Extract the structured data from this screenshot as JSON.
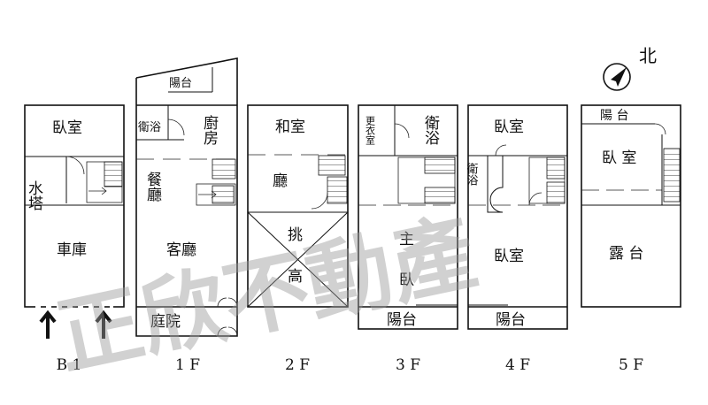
{
  "compass": {
    "label": "北"
  },
  "watermark": {
    "text": "正欣不動產"
  },
  "floors": {
    "b1": {
      "label": "B 1",
      "rooms": {
        "bedroom": "臥室",
        "water_tower": "水塔",
        "garage": "車庫"
      }
    },
    "f1": {
      "label": "1 F",
      "rooms": {
        "balcony": "陽台",
        "bathroom": "衛浴",
        "kitchen": "廚房",
        "dining": "餐廳",
        "living": "客廳",
        "courtyard": "庭院"
      }
    },
    "f2": {
      "label": "2 F",
      "rooms": {
        "tatami": "和室",
        "hall": "廳",
        "void_1": "挑",
        "void_2": "高"
      }
    },
    "f3": {
      "label": "3 F",
      "rooms": {
        "closet": "更衣室",
        "bathroom": "衛浴",
        "master_1": "主",
        "master_2": "臥",
        "balcony": "陽台"
      }
    },
    "f4": {
      "label": "4 F",
      "rooms": {
        "bedroom_top": "臥室",
        "bathroom": "衛浴",
        "bedroom_main": "臥室",
        "balcony": "陽台"
      }
    },
    "f5": {
      "label": "5 F",
      "rooms": {
        "balcony": "陽 台",
        "bedroom": "臥 室",
        "terrace": "露 台"
      }
    }
  }
}
